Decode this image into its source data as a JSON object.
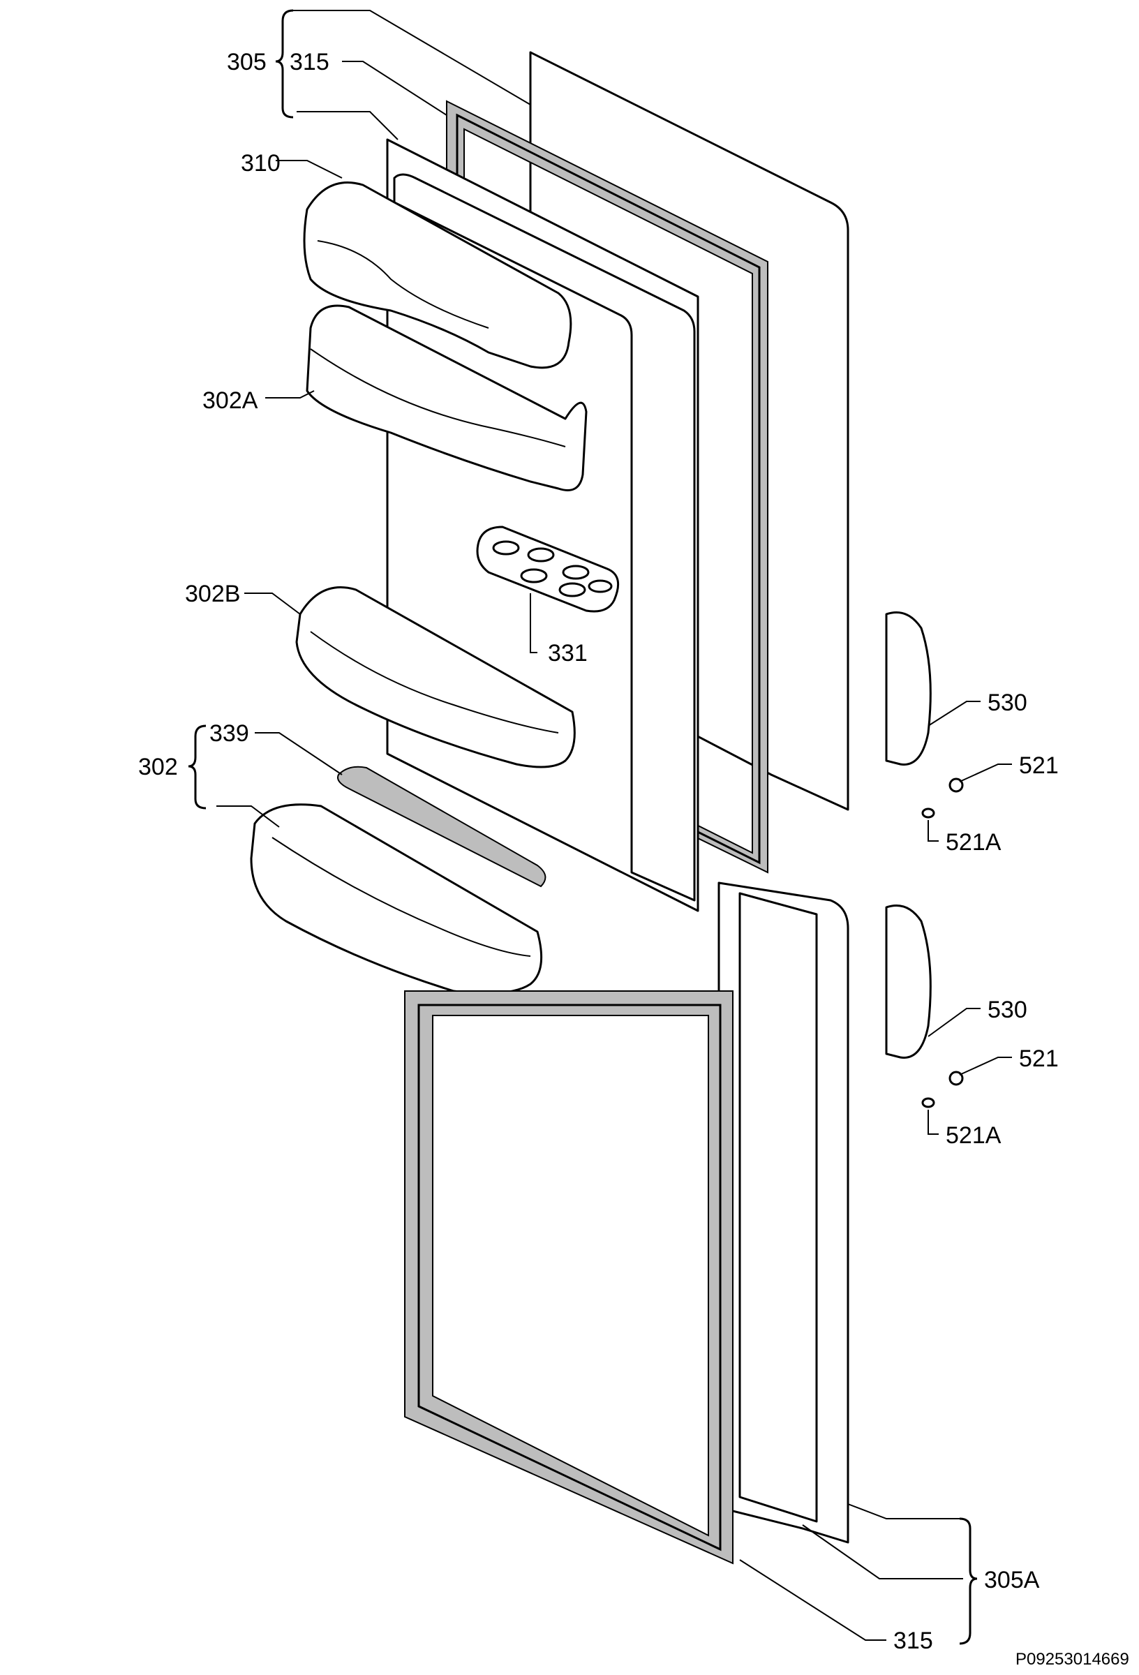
{
  "labels": {
    "l305": "305",
    "l315_top": "315",
    "l310": "310",
    "l302a": "302A",
    "l302b": "302B",
    "l331": "331",
    "l339": "339",
    "l302": "302",
    "l530_top": "530",
    "l521_top": "521",
    "l521a_top": "521A",
    "l530_bot": "530",
    "l521_bot": "521",
    "l521a_bot": "521A",
    "l305a": "305A",
    "l315_bot": "315"
  },
  "drawing_id": "P09253014669"
}
